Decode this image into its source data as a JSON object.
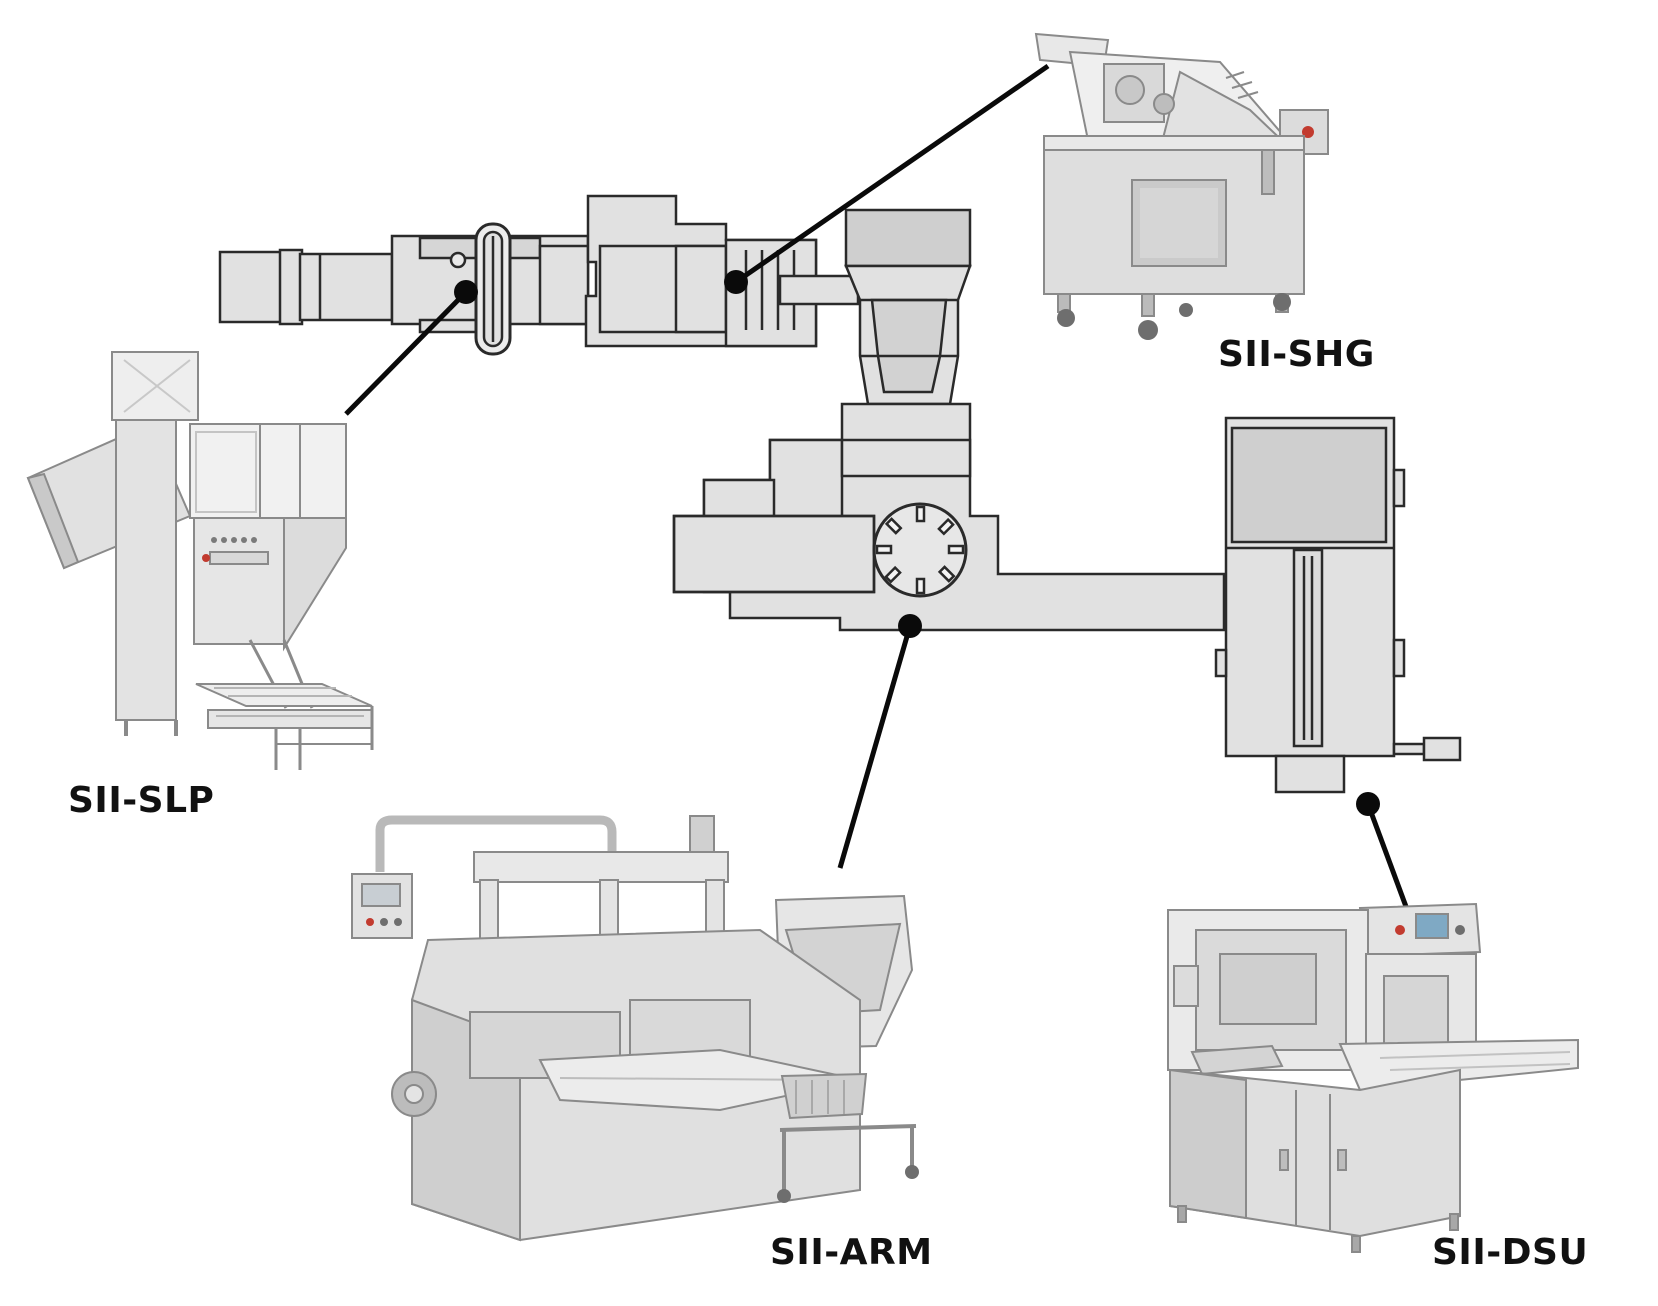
{
  "labels": {
    "shg": "SII-SHG",
    "slp": "SII-SLP",
    "arm": "SII-ARM",
    "dsu": "SII-DSU"
  },
  "colors": {
    "plan_fill": "#e1e1e1",
    "plan_dark": "#cfcfcf",
    "plan_stroke": "#2a2a2a",
    "machine_body": "#dcdcdc",
    "machine_light": "#f0f0f0",
    "machine_dark": "#a9a9a9",
    "leader": "#0a0a0a",
    "label": "#111111"
  }
}
